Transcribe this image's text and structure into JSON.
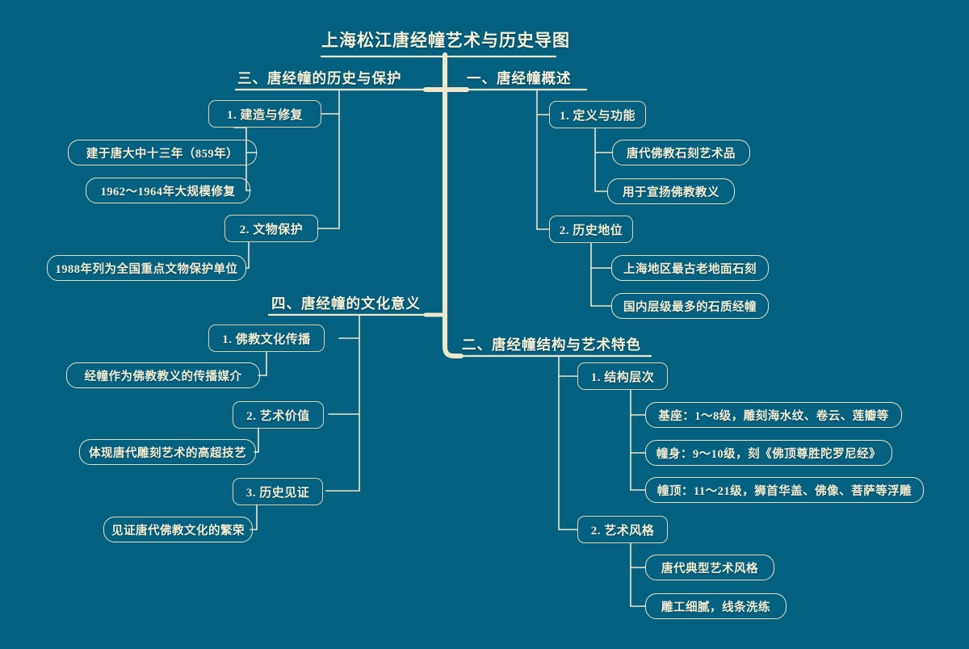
{
  "title": "上海松江唐经幢艺术与历史导图",
  "colors": {
    "background": "#046182",
    "line": "#efe8c8",
    "text": "#f6f1da",
    "node_border": "#d9d2ab"
  },
  "branches": [
    {
      "id": "b1",
      "label": "一、唐经幢概述",
      "side": "right",
      "children": [
        {
          "label": "1. 定义与功能",
          "children": [
            {
              "label": "唐代佛教石刻艺术品"
            },
            {
              "label": "用于宣扬佛教教义"
            }
          ]
        },
        {
          "label": "2. 历史地位",
          "children": [
            {
              "label": "上海地区最古老地面石刻"
            },
            {
              "label": "国内层级最多的石质经幢"
            }
          ]
        }
      ]
    },
    {
      "id": "b2",
      "label": "二、唐经幢结构与艺术特色",
      "side": "right",
      "children": [
        {
          "label": "1. 结构层次",
          "children": [
            {
              "label": "基座：1～8级，雕刻海水纹、卷云、莲瓣等"
            },
            {
              "label": "幢身：9～10级，刻《佛顶尊胜陀罗尼经》"
            },
            {
              "label": "幢顶：11～21级，狮首华盖、佛像、菩萨等浮雕"
            }
          ]
        },
        {
          "label": "2. 艺术风格",
          "children": [
            {
              "label": "唐代典型艺术风格"
            },
            {
              "label": "雕工细腻，线条洗练"
            }
          ]
        }
      ]
    },
    {
      "id": "b3",
      "label": "三、唐经幢的历史与保护",
      "side": "left",
      "children": [
        {
          "label": "1. 建造与修复",
          "children": [
            {
              "label": "建于唐大中十三年（859年）"
            },
            {
              "label": "1962～1964年大规模修复"
            }
          ]
        },
        {
          "label": "2. 文物保护",
          "children": [
            {
              "label": "1988年列为全国重点文物保护单位"
            }
          ]
        }
      ]
    },
    {
      "id": "b4",
      "label": "四、唐经幢的文化意义",
      "side": "left",
      "children": [
        {
          "label": "1. 佛教文化传播",
          "children": [
            {
              "label": "经幢作为佛教教义的传播媒介"
            }
          ]
        },
        {
          "label": "2. 艺术价值",
          "children": [
            {
              "label": "体现唐代雕刻艺术的高超技艺"
            }
          ]
        },
        {
          "label": "3. 历史见证",
          "children": [
            {
              "label": "见证唐代佛教文化的繁荣"
            }
          ]
        }
      ]
    }
  ]
}
